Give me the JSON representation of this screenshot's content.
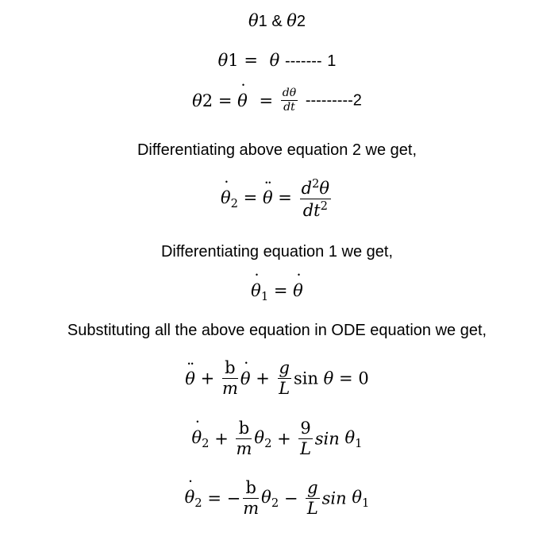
{
  "document": {
    "header": {
      "theta1": "θ",
      "one": "1",
      "amp": " & ",
      "theta2": "θ",
      "two": "2"
    },
    "eq1": {
      "lhs_sym": "θ",
      "lhs_idx": "1",
      "eq": "=",
      "rhs": "θ",
      "dashes": "-------",
      "label": "1"
    },
    "eq2": {
      "lhs_sym": "θ",
      "lhs_idx": "2",
      "eq": "=",
      "rhs_dot": "θ",
      "eq2": "=",
      "num": "dθ",
      "den": "dt",
      "dashes": "---------",
      "label": "2"
    },
    "text1": "Differentiating above equation 2 we get,",
    "eq3": {
      "lhs": "θ",
      "lhs_sub": "2",
      "eq": "=",
      "mid": "θ",
      "eq2": "=",
      "num_d": "d",
      "num_sup": "2",
      "num_t": "θ",
      "den_d": "dt",
      "den_sup": "2"
    },
    "text2": "Differentiating equation 1 we get,",
    "eq4": {
      "lhs": "θ",
      "lhs_sub": "1",
      "eq": "=",
      "rhs": "θ"
    },
    "text3": "Substituting all the above equation in ODE equation we get,",
    "eq5": {
      "t1": "θ",
      "plus1": "+",
      "f1_num": "b",
      "f1_den": "m",
      "t2": "θ",
      "plus2": "+",
      "f2_num": "g",
      "f2_den": "L",
      "sin": "sin",
      "t3": "θ",
      "eq": "=",
      "zero": "0"
    },
    "eq6": {
      "t1": "θ",
      "t1_sub": "2",
      "plus1": "+",
      "f1_num": "b",
      "f1_den": "m",
      "t2": "θ",
      "t2_sub": "2",
      "plus2": "+",
      "f2_num": "9",
      "f2_den": "L",
      "sin": "sin",
      "t3": "θ",
      "t3_sub": "1"
    },
    "eq7": {
      "t1": "θ",
      "t1_sub": "2",
      "eq": "=",
      "minus1": "−",
      "f1_num": "b",
      "f1_den": "m",
      "t2": "θ",
      "t2_sub": "2",
      "minus2": "−",
      "f2_num": "g",
      "f2_den": "L",
      "sin": "sin",
      "t3": "θ",
      "t3_sub": "1"
    }
  }
}
